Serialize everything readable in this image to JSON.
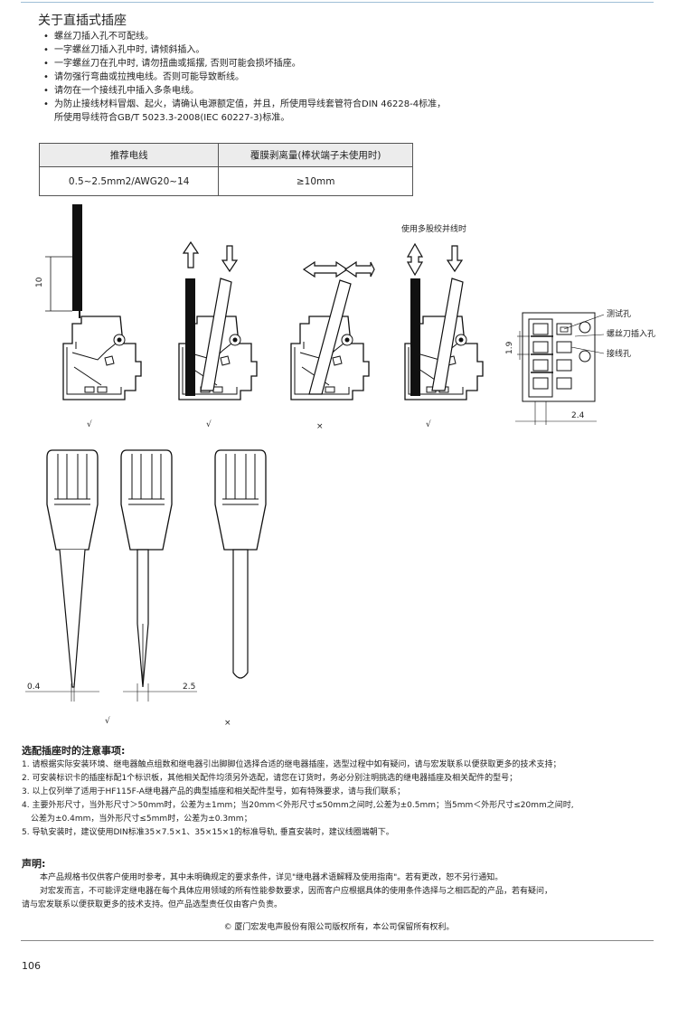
{
  "title": "关于直插式插座",
  "bullets": [
    "螺丝刀插入孔不可配线。",
    "一字螺丝刀插入孔中时, 请倾斜插入。",
    "一字螺丝刀在孔中时, 请勿扭曲或摇摆, 否则可能会损坏插座。",
    "请勿强行弯曲或拉拽电线。否则可能导致断线。",
    "请勿在一个接线孔中插入多条电线。",
    "为防止接线材料冒烟、起火，请确认电源额定值，并且，所使用导线套管符合DIN 46228-4标准，",
    "所使用导线符合GB/T 5023.3-2008(IEC 60227-3)标准。"
  ],
  "wire_table": {
    "headers": [
      "推荐电线",
      "覆膜剥离量(棒状端子未使用时)"
    ],
    "row": [
      "0.5~2.5mm2/AWG20~14",
      "≥10mm"
    ]
  },
  "figures": {
    "dim_strip": "10",
    "multi_strand_label": "使用多股绞并线时",
    "marks_top": [
      "√",
      "√",
      "×",
      "√"
    ],
    "port_labels": [
      "测试孔",
      "螺丝刀插入孔",
      "接线孔"
    ],
    "dim_pitch_v": "1.9",
    "dim_pitch_h": "2.4",
    "dim_tip_left": "0.4",
    "dim_tip_right": "2.5",
    "marks_bottom": [
      "√",
      "×"
    ]
  },
  "notes": {
    "title": "选配插座时的注意事项:",
    "items": [
      "1. 请根据实际安装环境、继电器触点组数和继电器引出脚脚位选择合适的继电器插座，选型过程中如有疑问，请与宏发联系以便获取更多的技术支持；",
      "2. 可安装标识卡的插座标配1个标识板，其他相关配件均须另外选配，请您在订货时，务必分别注明挑选的继电器插座及相关配件的型号；",
      "3. 以上仅列举了适用于HF115F-A继电器产品的典型插座和相关配件型号，如有特殊要求，请与我们联系；",
      "4. 主要外形尺寸，当外形尺寸＞50mm时，公差为±1mm；当20mm＜外形尺寸≤50mm之间时,公差为±0.5mm；当5mm＜外形尺寸≤20mm之间时,",
      "   公差为±0.4mm，当外形尺寸≤5mm时，公差为±0.3mm；",
      "5. 导轨安装时，建议使用DIN标准35×7.5×1、35×15×1的标准导轨, 垂直安装时，建议线圈端朝下。"
    ]
  },
  "declaration": {
    "title": "声明:",
    "paragraphs": [
      "本产品规格书仅供客户使用时参考，其中未明确规定的要求条件，详见\"继电器术语解释及使用指南\"。若有更改，恕不另行通知。",
      "对宏发而言，不可能评定继电器在每个具体应用领域的所有性能参数要求，因而客户应根据具体的使用条件选择与之相匹配的产品，若有疑问，",
      "请与宏发联系以便获取更多的技术支持。但产品选型责任仅由客户负责。"
    ]
  },
  "copyright": "© 厦门宏发电声股份有限公司版权所有，本公司保留所有权利。",
  "page_number": "106"
}
